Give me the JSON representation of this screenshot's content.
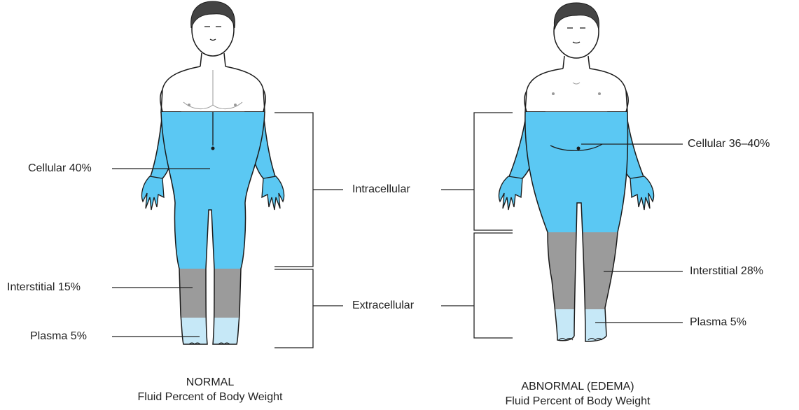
{
  "colors": {
    "cellular_fluid": "#5bc8f3",
    "interstitial_fluid": "#9b9b9b",
    "plasma_fluid": "#c6e8f7",
    "outline": "#1a1a1a",
    "line": "#222222"
  },
  "normal": {
    "title": "NORMAL",
    "subtitle": "Fluid Percent of Body Weight",
    "cellular_label": "Cellular 40%",
    "interstitial_label": "Interstitial 15%",
    "plasma_label": "Plasma 5%"
  },
  "abnormal": {
    "title": "ABNORMAL (EDEMA)",
    "subtitle": "Fluid Percent of Body Weight",
    "cellular_label": "Cellular 36–40%",
    "interstitial_label": "Interstitial 28%",
    "plasma_label": "Plasma 5%"
  },
  "groups": {
    "intracellular_label": "Intracellular",
    "extracellular_label": "Extracellular"
  }
}
